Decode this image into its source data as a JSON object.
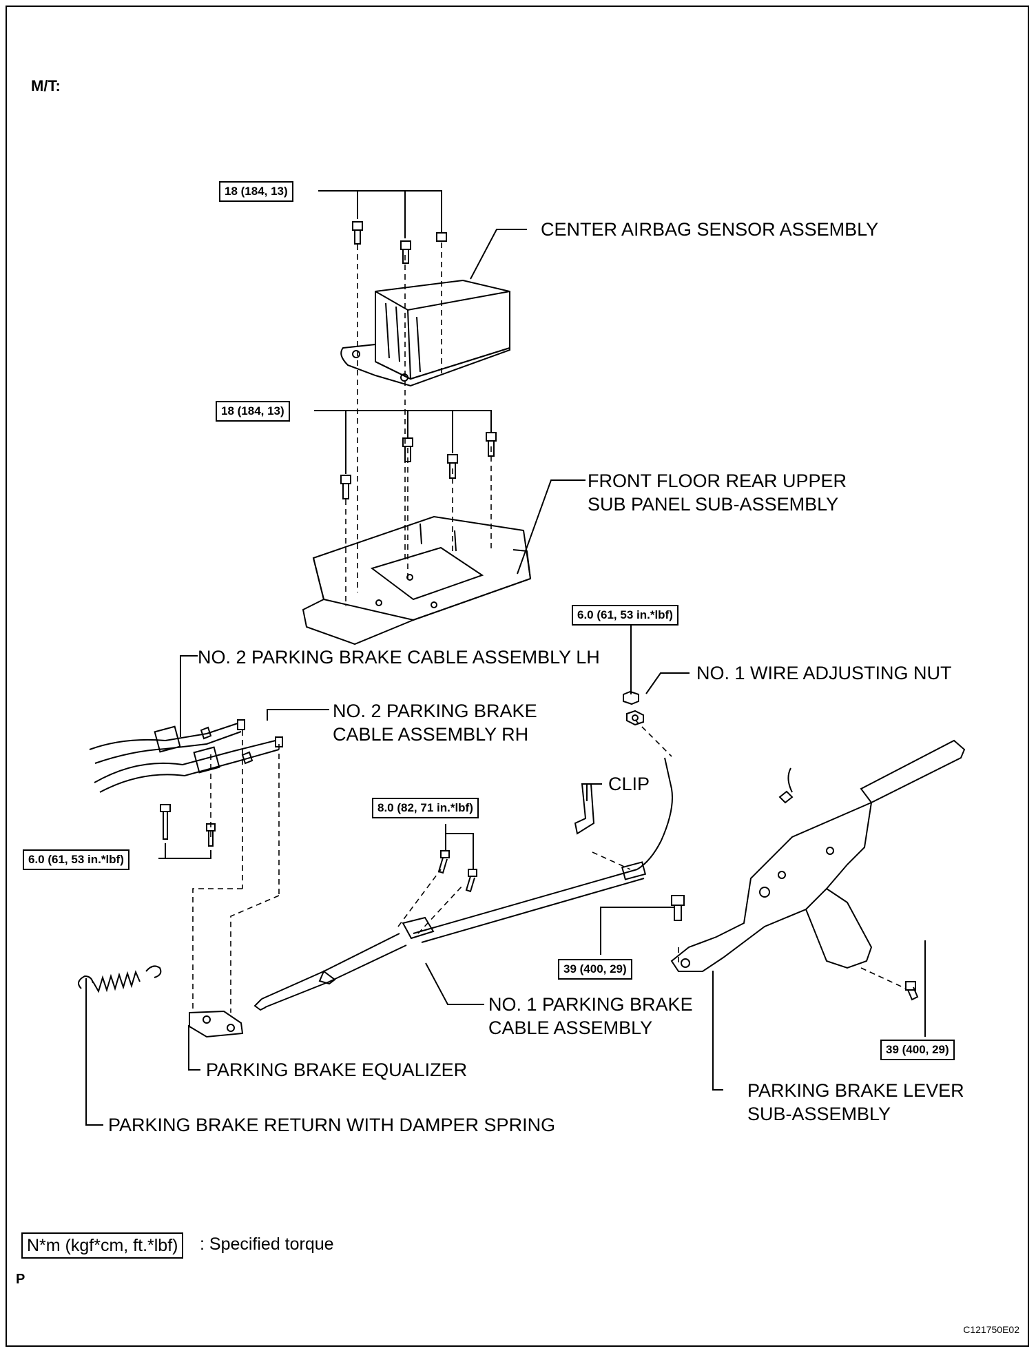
{
  "header": {
    "mode": "M/T:"
  },
  "torque": {
    "t1": "18 (184, 13)",
    "t2": "18 (184, 13)",
    "t3": "6.0 (61, 53 in.*lbf)",
    "t4": "6.0 (61, 53 in.*lbf)",
    "t5": "8.0 (82, 71 in.*lbf)",
    "t6": "39 (400, 29)",
    "t7": "39 (400, 29)"
  },
  "parts": {
    "center_airbag": "CENTER AIRBAG SENSOR ASSEMBLY",
    "front_floor_1": "FRONT FLOOR REAR UPPER",
    "front_floor_2": "SUB PANEL SUB-ASSEMBLY",
    "cable_lh": "NO. 2 PARKING BRAKE CABLE ASSEMBLY LH",
    "cable_rh_1": "NO. 2 PARKING BRAKE",
    "cable_rh_2": "CABLE ASSEMBLY RH",
    "wire_nut": "NO. 1 WIRE ADJUSTING NUT",
    "clip": "CLIP",
    "cable_no1_1": "NO. 1 PARKING BRAKE",
    "cable_no1_2": "CABLE ASSEMBLY",
    "equalizer": "PARKING BRAKE EQUALIZER",
    "lever_1": "PARKING BRAKE LEVER",
    "lever_2": "SUB-ASSEMBLY",
    "spring": "PARKING BRAKE RETURN WITH DAMPER SPRING"
  },
  "legend": {
    "unit": "N*m (kgf*cm, ft.*lbf)",
    "desc": ": Specified torque"
  },
  "footer": {
    "p": "P",
    "code": "C121750E02"
  }
}
